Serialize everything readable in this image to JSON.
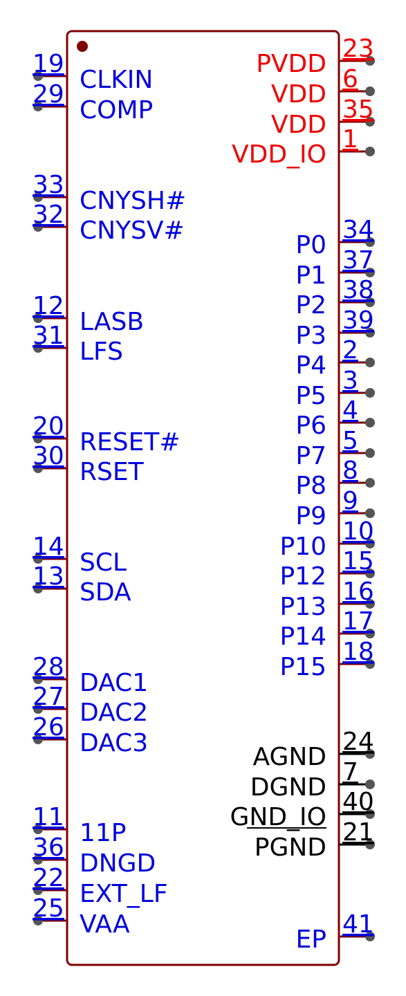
{
  "colors": {
    "outline": "#800000",
    "pin_line": "#800000",
    "pin_end": "#555555",
    "signal": "#0000dd",
    "power": "#ee0000",
    "ground": "#000000",
    "overbar": "#000000"
  },
  "pins": {
    "left": [
      {
        "num": "19",
        "name": "CLKIN"
      },
      {
        "num": "29",
        "name": "COMP"
      },
      {
        "num": "33",
        "name": "CNYSH#"
      },
      {
        "num": "32",
        "name": "CNYSV#"
      },
      {
        "num": "12",
        "name": "LASB"
      },
      {
        "num": "31",
        "name": "LFS"
      },
      {
        "num": "20",
        "name": "RESET#"
      },
      {
        "num": "30",
        "name": "RSET"
      },
      {
        "num": "14",
        "name": "SCL"
      },
      {
        "num": "13",
        "name": "SDA"
      },
      {
        "num": "28",
        "name": "DAC1"
      },
      {
        "num": "27",
        "name": "DAC2"
      },
      {
        "num": "26",
        "name": "DAC3"
      },
      {
        "num": "11",
        "name": "11P"
      },
      {
        "num": "36",
        "name": "DNGD"
      },
      {
        "num": "22",
        "name": "EXT_LF"
      },
      {
        "num": "25",
        "name": "VAA"
      }
    ],
    "right": [
      {
        "num": "23",
        "name": "PVDD",
        "kind": "power"
      },
      {
        "num": "6",
        "name": "VDD",
        "kind": "power"
      },
      {
        "num": "35",
        "name": "VDD",
        "kind": "power"
      },
      {
        "num": "1",
        "name": "VDD_IO",
        "kind": "power"
      },
      {
        "num": "34",
        "name": "P0",
        "kind": "signal"
      },
      {
        "num": "37",
        "name": "P1",
        "kind": "signal"
      },
      {
        "num": "38",
        "name": "P2",
        "kind": "signal"
      },
      {
        "num": "39",
        "name": "P3",
        "kind": "signal"
      },
      {
        "num": "2",
        "name": "P4",
        "kind": "signal"
      },
      {
        "num": "3",
        "name": "P5",
        "kind": "signal"
      },
      {
        "num": "4",
        "name": "P6",
        "kind": "signal"
      },
      {
        "num": "5",
        "name": "P7",
        "kind": "signal"
      },
      {
        "num": "8",
        "name": "P8",
        "kind": "signal"
      },
      {
        "num": "9",
        "name": "P9",
        "kind": "signal"
      },
      {
        "num": "10",
        "name": "P10",
        "kind": "signal"
      },
      {
        "num": "15",
        "name": "P12",
        "kind": "signal"
      },
      {
        "num": "16",
        "name": "P13",
        "kind": "signal"
      },
      {
        "num": "17",
        "name": "P14",
        "kind": "signal"
      },
      {
        "num": "18",
        "name": "P15",
        "kind": "signal"
      },
      {
        "num": "24",
        "name": "AGND",
        "kind": "ground"
      },
      {
        "num": "7",
        "name": "DGND",
        "kind": "ground"
      },
      {
        "num": "40",
        "name": "GND_IO",
        "kind": "ground"
      },
      {
        "num": "21",
        "name": "PGND",
        "kind": "ground",
        "overbar": true
      },
      {
        "num": "41",
        "name": "EP",
        "kind": "signal"
      }
    ]
  }
}
